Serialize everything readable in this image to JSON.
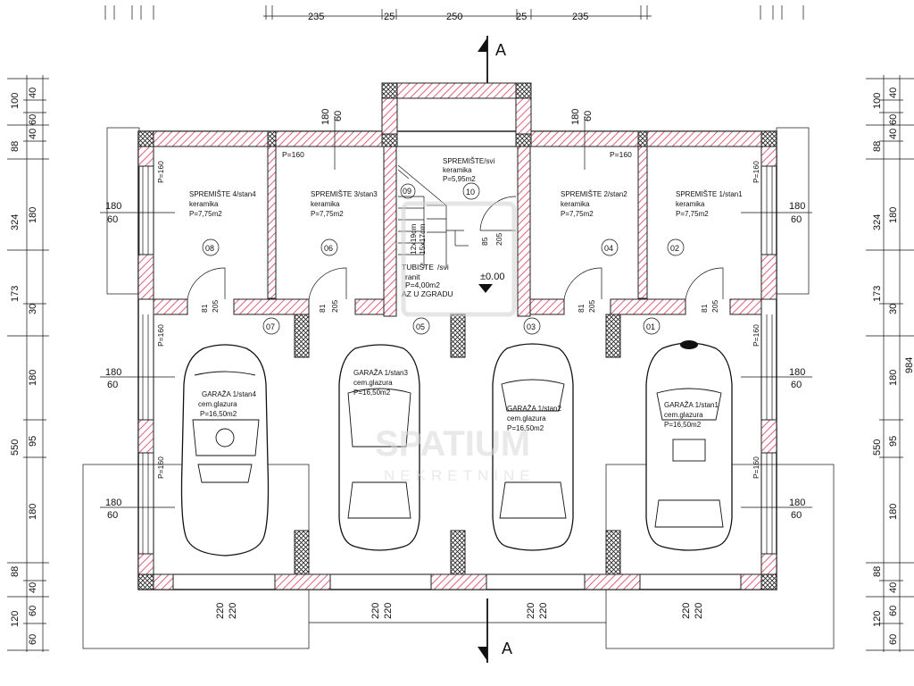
{
  "top_dimensions": [
    "235",
    "25",
    "250",
    "25",
    "235"
  ],
  "left_dimensions_outer": [
    "100",
    "88",
    "324",
    "173",
    "550",
    "88",
    "120"
  ],
  "left_dimensions_inner": [
    "40",
    "60",
    "40",
    "180",
    "30",
    "180",
    "95",
    "180",
    "40",
    "60",
    "60"
  ],
  "right_dimensions_outer": [
    "100",
    "88",
    "324",
    "173",
    "550",
    "88",
    "120"
  ],
  "right_dimensions_inner": [
    "40",
    "60",
    "40",
    "180",
    "30",
    "180",
    "95",
    "180",
    "40",
    "60",
    "60"
  ],
  "right_edge_partial": "984",
  "section_marker": "A",
  "rooms": {
    "storage4": {
      "title": "SPREMIŠTE 4/stan4",
      "floor": "keramika",
      "area": "P=7,75m2",
      "num": "08"
    },
    "storage3": {
      "title": "SPREMIŠTE 3/stan3",
      "floor": "keramika",
      "area": "P=7,75m2",
      "num": "06"
    },
    "storage_all": {
      "title": "SPREMIŠTE/svi",
      "floor": "keramika",
      "area": "P=5,95m2",
      "num": "10"
    },
    "storage2": {
      "title": "SPREMIŠTE 2/stan2",
      "floor": "keramika",
      "area": "P=7,75m2",
      "num": "04"
    },
    "storage1": {
      "title": "SPREMIŠTE 1/stan1",
      "floor": "keramika",
      "area": "P=7,75m2",
      "num": "02"
    },
    "stairs": {
      "num": "09",
      "line1": "12x19cm",
      "line2": "15x17cm",
      "t1": "TUBIŠTE",
      "t2": "/svi",
      "t3": "ranit",
      "t4": "P=4,00m2",
      "t5": "AZ U ZGRADU"
    },
    "level": "±0.00"
  },
  "garages": {
    "g4": {
      "title": "GARAŽA 1/stan4",
      "floor": "cem.glazura",
      "area": "P=16,50m2",
      "num": "07"
    },
    "g3": {
      "title": "GARAŽA 1/stan3",
      "floor": "cem.glazura",
      "area": "P=16,50m2",
      "num": "05"
    },
    "g2": {
      "title": "GARAŽA 1/stan2",
      "floor": "cem.glazura",
      "area": "P=16,50m2",
      "num": "03"
    },
    "g1": {
      "title": "GARAŽA 1/stan1",
      "floor": "cem.glazura",
      "area": "P=16,50m2",
      "num": "01"
    }
  },
  "window_labels": {
    "top": "180",
    "bottom": "60"
  },
  "parapet_labels": {
    "p160": "P=160"
  },
  "door_labels": {
    "w": "81",
    "h": "205"
  },
  "stair_door": {
    "w": "85",
    "h": "205"
  },
  "garage_door_labels": {
    "top": "220",
    "bottom": "220"
  },
  "watermark": {
    "line1": "SPATIUM",
    "line2": "NEKRETNINE"
  }
}
